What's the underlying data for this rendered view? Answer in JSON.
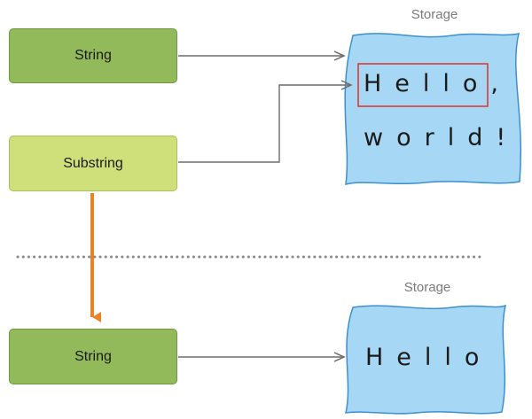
{
  "top": {
    "storage_label": "Storage",
    "string_box": "String",
    "substring_box": "Substring",
    "storage_lines": [
      "Hello,",
      "world!"
    ]
  },
  "bottom": {
    "storage_label": "Storage",
    "string_box": "String",
    "storage_line": "Hello"
  },
  "colors": {
    "string_fill": "#92b95a",
    "substring_fill": "#cfe07a",
    "storage_fill": "#a6d8f5",
    "storage_stroke": "#3d8fd0",
    "highlight_stroke": "#e0302a",
    "connector": "#6b6b6b",
    "convert_arrow": "#e98326",
    "divider": "#8a8a8a"
  }
}
